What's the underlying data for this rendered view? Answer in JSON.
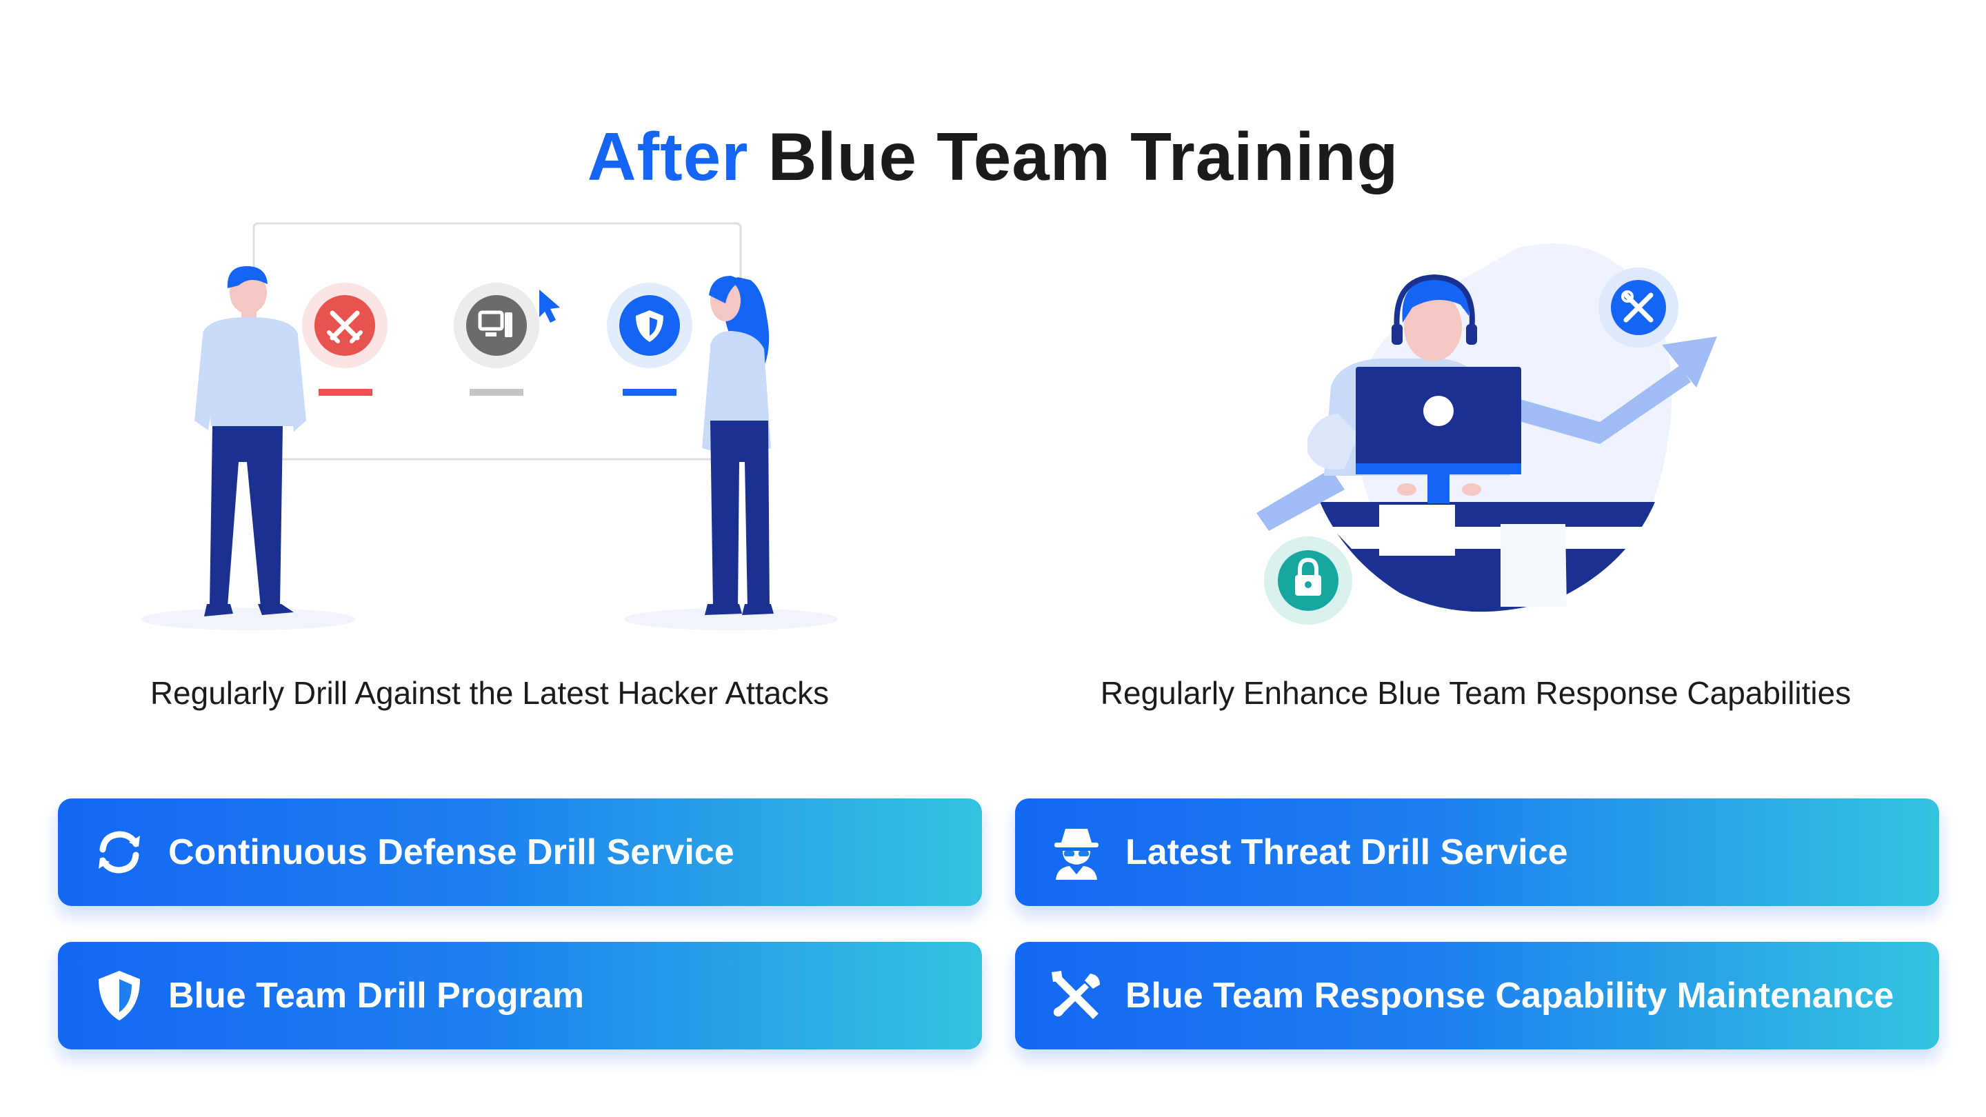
{
  "heading": {
    "accent": "After",
    "rest": "Blue Team Training"
  },
  "captions": {
    "left": "Regularly Drill Against the Latest Hacker Attacks",
    "right": "Regularly Enhance Blue Team Response Capabilities"
  },
  "cards": [
    {
      "label": "Continuous Defense Drill Service",
      "icon": "sync-icon"
    },
    {
      "label": "Latest Threat Drill Service",
      "icon": "spy-icon"
    },
    {
      "label": "Blue Team Drill Program",
      "icon": "shield-icon"
    },
    {
      "label": "Blue Team Response Capability Maintenance",
      "icon": "tools-icon"
    }
  ],
  "colors": {
    "accent": "#1565f5",
    "navy": "#1a3192",
    "attack_red": "#e8524f",
    "neutral_gray": "#6b6b6b",
    "lock_teal": "#17a7a0"
  }
}
